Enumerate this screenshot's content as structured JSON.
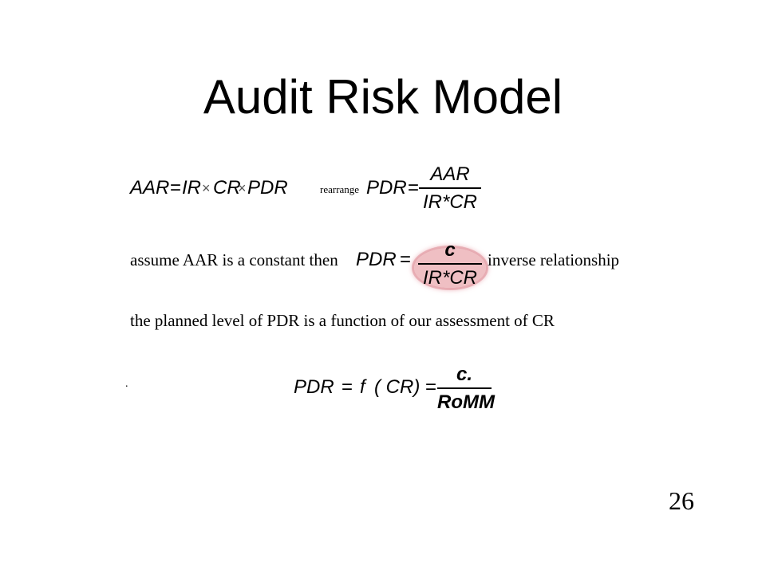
{
  "slide": {
    "title": "Audit Risk Model",
    "page_number": "26"
  },
  "eq1": {
    "lhs": "AAR",
    "eq": "=",
    "ir": "IR",
    "times1": "×",
    "cr": "CR",
    "times2": "×",
    "pdr": "PDR",
    "rearrange": "rearrange",
    "rhs_pdr": "PDR",
    "rhs_eq": "=",
    "num": "AAR",
    "den": "IR*CR"
  },
  "eq2": {
    "assume_text": "assume AAR is a constant then",
    "pdr": "PDR",
    "eq": "=",
    "num": "c",
    "den": "IR*CR",
    "note": "inverse relationship"
  },
  "line3": {
    "text": "the planned level of PDR is a function of our assessment of CR"
  },
  "eq3": {
    "dot": ".",
    "lhs": "PDR",
    "eq1": "=",
    "func": "f",
    "arg": "( CR)",
    "eq2": "=",
    "num": "c.",
    "den": "RoMM"
  }
}
